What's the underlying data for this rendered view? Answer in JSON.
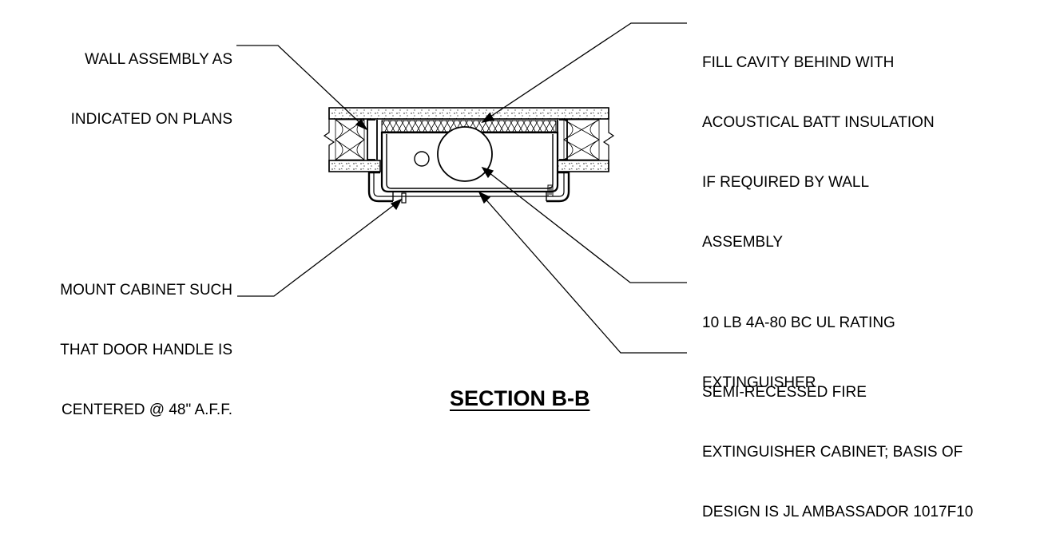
{
  "title": "SECTION B-B",
  "notes": {
    "wall_assembly": [
      "WALL ASSEMBLY AS",
      "INDICATED ON PLANS"
    ],
    "fill_cavity": [
      "FILL CAVITY BEHIND WITH",
      "ACOUSTICAL BATT INSULATION",
      "IF REQUIRED BY WALL",
      "ASSEMBLY"
    ],
    "mount_cabinet": [
      "MOUNT CABINET SUCH",
      "THAT DOOR HANDLE IS",
      "CENTERED @ 48\" A.F.F."
    ],
    "extinguisher": [
      "10 LB 4A-80 BC UL RATING",
      "EXTINGUISHER"
    ],
    "cabinet": [
      "SEMI-RECESSED FIRE",
      "EXTINGUISHER CABINET; BASIS OF",
      "DESIGN IS JL AMBASSADOR 1017F10"
    ]
  }
}
